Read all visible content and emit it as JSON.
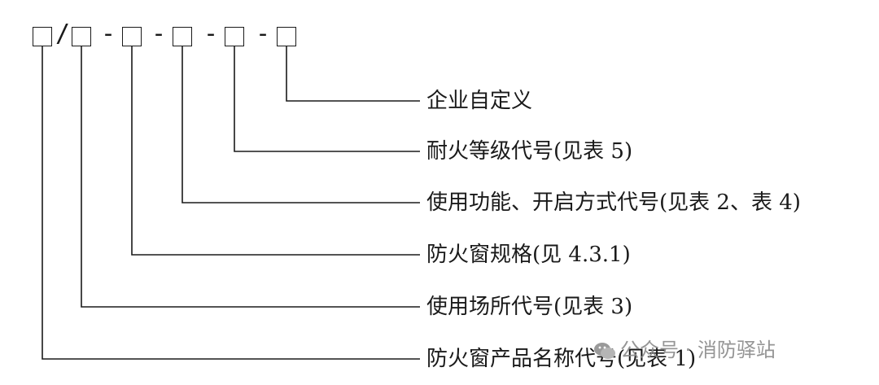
{
  "code_format": {
    "separators": [
      "/",
      "-",
      "-",
      "-",
      "-"
    ]
  },
  "labels": [
    "企业自定义",
    "耐火等级代号(见表 5)",
    "使用功能、开启方式代号(见表 2、表 4)",
    "防火窗规格(见 4.3.1)",
    "使用场所代号(见表 3)",
    "防火窗产品名称代号(见表 1)"
  ],
  "watermark": {
    "text": "公众号 · 消防驿站",
    "icon": "wechat-icon"
  }
}
